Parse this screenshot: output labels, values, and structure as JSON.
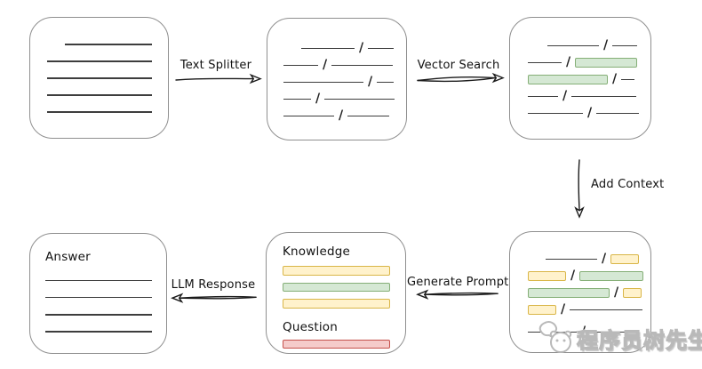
{
  "glyphs": {
    "slash": "/"
  },
  "colors": {
    "box_border": "#8f8f8f",
    "text_line": "#3d3d3d",
    "arrow": "#1b1b1b",
    "yellow_fill": "#fff2cc",
    "yellow_border": "#d9b648",
    "green_fill": "#d5e8d4",
    "green_border": "#85af77",
    "red_fill": "#f5cbca",
    "red_border": "#c5504b",
    "watermark_gray": "#b9b9b9"
  },
  "arrows": {
    "text_splitter": {
      "label": "Text Splitter",
      "direction": "right"
    },
    "vector_search": {
      "label": "Vector Search",
      "direction": "right"
    },
    "add_context": {
      "label": "Add Context",
      "direction": "down"
    },
    "generate_prompt": {
      "label": "Generate Prompt",
      "direction": "left"
    },
    "llm_response": {
      "label": "LLM Response",
      "direction": "left"
    }
  },
  "boxes": {
    "document": {
      "lines": [
        {
          "indent": 20,
          "w": 98
        },
        {
          "w": 118
        },
        {
          "w": 118
        },
        {
          "w": 118
        },
        {
          "w": 118
        }
      ]
    },
    "chunks": {
      "rows": [
        {
          "indent": 20,
          "segs": [
            [
              "line",
              60
            ],
            [
              "slash"
            ],
            [
              "line",
              29
            ]
          ]
        },
        {
          "segs": [
            [
              "line",
              39
            ],
            [
              "slash"
            ],
            [
              "line",
              69
            ]
          ]
        },
        {
          "segs": [
            [
              "line",
              90
            ],
            [
              "slash"
            ],
            [
              "line",
              19
            ]
          ]
        },
        {
          "segs": [
            [
              "line",
              31
            ],
            [
              "slash"
            ],
            [
              "line",
              79
            ]
          ]
        },
        {
          "segs": [
            [
              "line",
              57
            ],
            [
              "slash"
            ],
            [
              "line",
              47
            ]
          ]
        }
      ]
    },
    "vector_results": {
      "rows": [
        {
          "indent": 22,
          "segs": [
            [
              "line",
              58
            ],
            [
              "slash"
            ],
            [
              "line",
              28
            ]
          ]
        },
        {
          "segs": [
            [
              "line",
              38
            ],
            [
              "slash"
            ],
            [
              "green",
              70
            ]
          ]
        },
        {
          "segs": [
            [
              "green",
              90
            ],
            [
              "slash"
            ],
            [
              "line",
              15
            ]
          ]
        },
        {
          "segs": [
            [
              "line",
              34
            ],
            [
              "slash"
            ],
            [
              "line",
              73
            ]
          ]
        },
        {
          "segs": [
            [
              "line",
              62
            ],
            [
              "slash"
            ],
            [
              "line",
              48
            ]
          ]
        }
      ]
    },
    "context": {
      "rows": [
        {
          "indent": 20,
          "segs": [
            [
              "line",
              58
            ],
            [
              "slash"
            ],
            [
              "yellow",
              32
            ]
          ]
        },
        {
          "segs": [
            [
              "yellow",
              43
            ],
            [
              "slash"
            ],
            [
              "green",
              72
            ]
          ]
        },
        {
          "segs": [
            [
              "green",
              92
            ],
            [
              "slash"
            ],
            [
              "yellow",
              21
            ]
          ]
        },
        {
          "segs": [
            [
              "yellow",
              32
            ],
            [
              "slash"
            ],
            [
              "line",
              82
            ]
          ]
        },
        {
          "gap": 6,
          "segs": [
            [
              "line",
              55
            ],
            [
              "slash"
            ],
            [
              "line",
              45
            ]
          ]
        }
      ]
    },
    "prompt": {
      "knowledge_label": "Knowledge",
      "question_label": "Question",
      "knowledge_bars": [
        [
          "yellow",
          121
        ],
        [
          "green",
          121
        ],
        [
          "yellow",
          121
        ]
      ],
      "question_bars": [
        [
          "red",
          121
        ]
      ]
    },
    "answer": {
      "label": "Answer",
      "lines": [
        {
          "w": 120
        },
        {
          "w": 120
        },
        {
          "w": 120
        },
        {
          "w": 120
        }
      ]
    }
  },
  "watermark": {
    "text": "程序员树先生",
    "icon": "mascot-icon"
  }
}
